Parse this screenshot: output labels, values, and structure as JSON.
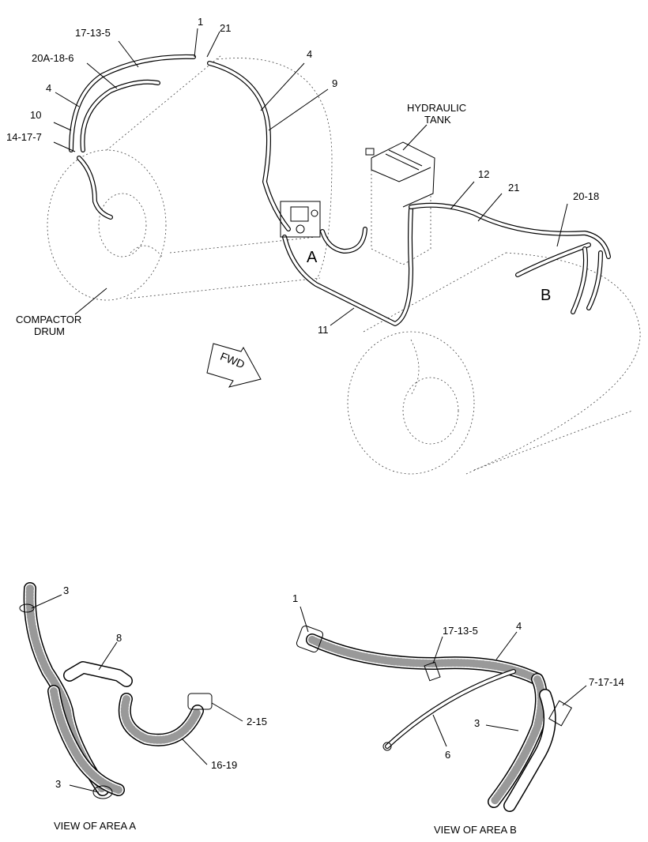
{
  "labels": {
    "callout_1_top": "1",
    "callout_21_top": "21",
    "callout_17_13_5_top": "17-13-5",
    "callout_20a_18_6": "20A-18-6",
    "callout_4_left": "4",
    "callout_10": "10",
    "callout_14_17_7": "14-17-7",
    "callout_4_mid": "4",
    "callout_9": "9",
    "hydraulic_tank_line1": "HYDRAULIC",
    "hydraulic_tank_line2": "TANK",
    "callout_12": "12",
    "callout_21_right": "21",
    "callout_20_18": "20-18",
    "area_a": "A",
    "area_b": "B",
    "compactor_drum_line1": "COMPACTOR",
    "compactor_drum_line2": "DRUM",
    "callout_11": "11",
    "fwd": "FWD",
    "view_a_3_top": "3",
    "view_a_8": "8",
    "view_a_2_15": "2-15",
    "view_a_16_19": "16-19",
    "view_a_3_bottom": "3",
    "view_a_caption": "VIEW OF AREA A",
    "view_b_1": "1",
    "view_b_17_13_5": "17-13-5",
    "view_b_4": "4",
    "view_b_7_17_14": "7-17-14",
    "view_b_3": "3",
    "view_b_6": "6",
    "view_b_caption": "VIEW OF AREA B"
  }
}
